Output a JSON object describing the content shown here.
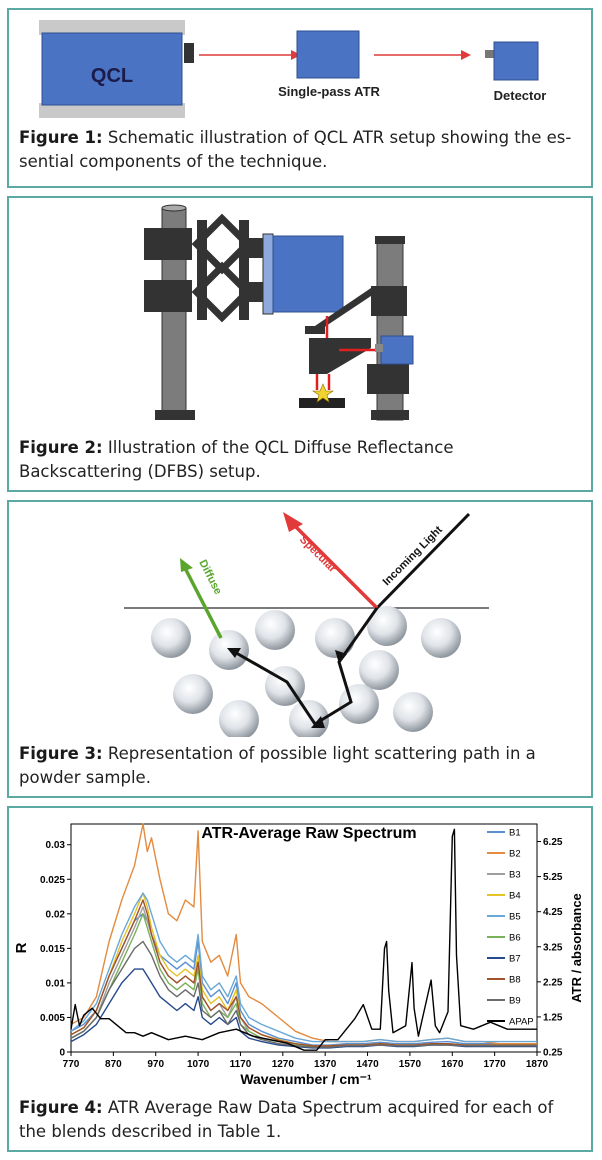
{
  "figure1": {
    "label_qcl": "QCL",
    "label_atr": "Single-pass ATR",
    "label_detector": "Detector",
    "caption_bold": "Figure 1:",
    "caption_text": " Schematic illustration of QCL ATR setup showing the es-sential components of the technique."
  },
  "figure2": {
    "caption_bold": "Figure 2:",
    "caption_text": " Illustration of the QCL Diffuse Reflectance Backscattering (DFBS) setup."
  },
  "figure3": {
    "label_diffuse": "Diffuse",
    "label_specular": "Specular",
    "label_incoming": "Incoming Light",
    "caption_bold": "Figure 3:",
    "caption_text": " Representation of possible light scattering path in a powder sample."
  },
  "figure4": {
    "caption_bold": "Figure 4:",
    "caption_text": " ATR Average Raw Data Spectrum acquired for each of the blends described in Table 1."
  },
  "chart_data": {
    "type": "line",
    "title": "ATR-Average Raw Spectrum",
    "xlabel": "Wavenumber / cm⁻¹",
    "ylabel": "R",
    "ylabel_right": "ATR / absorbance",
    "xlim": [
      770,
      1870
    ],
    "ylim": [
      0,
      0.033
    ],
    "ylim_right": [
      0.25,
      6.75
    ],
    "x_ticks": [
      "770",
      "870",
      "970",
      "1070",
      "1170",
      "1270",
      "1370",
      "1470",
      "1570",
      "1670",
      "1770",
      "1870"
    ],
    "y_ticks": [
      "0",
      "0.005",
      "0.01",
      "0.015",
      "0.02",
      "0.025",
      "0.03"
    ],
    "y_ticks_right": [
      "0.25",
      "1.25",
      "2.25",
      "3.25",
      "4.25",
      "5.25",
      "6.25"
    ],
    "legend_position": "right",
    "x": [
      770,
      800,
      830,
      860,
      890,
      920,
      940,
      950,
      960,
      980,
      1000,
      1020,
      1040,
      1060,
      1070,
      1080,
      1100,
      1120,
      1140,
      1160,
      1170,
      1190,
      1220,
      1260,
      1300,
      1340,
      1380,
      1420,
      1460,
      1500,
      1540,
      1580,
      1620,
      1660,
      1700,
      1740,
      1780,
      1820,
      1870
    ],
    "series": [
      {
        "name": "B1",
        "color": "#5b8fd1",
        "values": [
          0.003,
          0.004,
          0.006,
          0.011,
          0.015,
          0.019,
          0.02,
          0.019,
          0.017,
          0.014,
          0.013,
          0.012,
          0.013,
          0.012,
          0.016,
          0.01,
          0.008,
          0.009,
          0.007,
          0.01,
          0.006,
          0.004,
          0.003,
          0.002,
          0.0015,
          0.001,
          0.001,
          0.0012,
          0.0012,
          0.0014,
          0.0012,
          0.0012,
          0.0014,
          0.0015,
          0.0012,
          0.0012,
          0.0012,
          0.0012,
          0.0012
        ]
      },
      {
        "name": "B2",
        "color": "#e38b3f",
        "values": [
          0.004,
          0.005,
          0.008,
          0.016,
          0.022,
          0.027,
          0.033,
          0.029,
          0.031,
          0.025,
          0.02,
          0.019,
          0.022,
          0.021,
          0.032,
          0.016,
          0.013,
          0.014,
          0.011,
          0.017,
          0.01,
          0.008,
          0.007,
          0.005,
          0.003,
          0.002,
          0.0015,
          0.0015,
          0.0015,
          0.0018,
          0.0015,
          0.0015,
          0.0018,
          0.002,
          0.0015,
          0.0015,
          0.0012,
          0.0012,
          0.0012
        ]
      },
      {
        "name": "B3",
        "color": "#9e9e9e",
        "values": [
          0.002,
          0.003,
          0.005,
          0.01,
          0.014,
          0.018,
          0.021,
          0.019,
          0.017,
          0.013,
          0.011,
          0.01,
          0.011,
          0.01,
          0.013,
          0.008,
          0.006,
          0.007,
          0.005,
          0.008,
          0.005,
          0.003,
          0.002,
          0.0015,
          0.001,
          0.0008,
          0.0008,
          0.001,
          0.001,
          0.0012,
          0.001,
          0.001,
          0.0012,
          0.0012,
          0.001,
          0.001,
          0.001,
          0.001,
          0.001
        ]
      },
      {
        "name": "B4",
        "color": "#e6c229",
        "values": [
          0.0025,
          0.0035,
          0.006,
          0.011,
          0.016,
          0.02,
          0.023,
          0.021,
          0.018,
          0.014,
          0.012,
          0.011,
          0.012,
          0.011,
          0.014,
          0.009,
          0.007,
          0.008,
          0.006,
          0.009,
          0.005,
          0.0035,
          0.0025,
          0.0018,
          0.0012,
          0.0009,
          0.0009,
          0.001,
          0.001,
          0.0012,
          0.001,
          0.001,
          0.0012,
          0.0012,
          0.001,
          0.001,
          0.001,
          0.001,
          0.001
        ]
      },
      {
        "name": "B5",
        "color": "#6aa8d8",
        "values": [
          0.003,
          0.0045,
          0.007,
          0.012,
          0.017,
          0.021,
          0.023,
          0.022,
          0.02,
          0.016,
          0.014,
          0.013,
          0.014,
          0.013,
          0.017,
          0.011,
          0.009,
          0.01,
          0.008,
          0.011,
          0.007,
          0.005,
          0.004,
          0.003,
          0.002,
          0.0015,
          0.0015,
          0.0015,
          0.0015,
          0.0018,
          0.0015,
          0.0015,
          0.0018,
          0.002,
          0.0015,
          0.0015,
          0.0015,
          0.0015,
          0.0015
        ]
      },
      {
        "name": "B6",
        "color": "#7ab15a",
        "values": [
          0.002,
          0.003,
          0.005,
          0.009,
          0.013,
          0.017,
          0.02,
          0.018,
          0.016,
          0.012,
          0.01,
          0.009,
          0.01,
          0.009,
          0.012,
          0.007,
          0.005,
          0.006,
          0.005,
          0.007,
          0.004,
          0.003,
          0.002,
          0.0015,
          0.001,
          0.0008,
          0.0008,
          0.001,
          0.001,
          0.0011,
          0.001,
          0.001,
          0.0011,
          0.0012,
          0.001,
          0.001,
          0.001,
          0.001,
          0.001
        ]
      },
      {
        "name": "B7",
        "color": "#264a8c",
        "values": [
          0.0015,
          0.0025,
          0.004,
          0.007,
          0.01,
          0.012,
          0.012,
          0.011,
          0.01,
          0.008,
          0.007,
          0.006,
          0.007,
          0.006,
          0.008,
          0.005,
          0.004,
          0.005,
          0.004,
          0.005,
          0.003,
          0.002,
          0.0015,
          0.001,
          0.0008,
          0.0006,
          0.0006,
          0.0008,
          0.0008,
          0.001,
          0.0008,
          0.0008,
          0.001,
          0.001,
          0.0008,
          0.0008,
          0.0008,
          0.0008,
          0.0008
        ]
      },
      {
        "name": "B8",
        "color": "#a0522d",
        "values": [
          0.0025,
          0.0035,
          0.006,
          0.011,
          0.015,
          0.019,
          0.022,
          0.02,
          0.017,
          0.013,
          0.011,
          0.01,
          0.011,
          0.01,
          0.013,
          0.008,
          0.006,
          0.007,
          0.006,
          0.008,
          0.005,
          0.0035,
          0.0025,
          0.0017,
          0.0012,
          0.0009,
          0.0009,
          0.001,
          0.001,
          0.0012,
          0.001,
          0.001,
          0.0012,
          0.0012,
          0.001,
          0.001,
          0.001,
          0.001,
          0.001
        ]
      },
      {
        "name": "B9",
        "color": "#6b6b6b",
        "values": [
          0.002,
          0.003,
          0.005,
          0.009,
          0.012,
          0.015,
          0.016,
          0.015,
          0.014,
          0.011,
          0.009,
          0.008,
          0.009,
          0.008,
          0.01,
          0.006,
          0.005,
          0.006,
          0.004,
          0.006,
          0.004,
          0.0025,
          0.0018,
          0.0012,
          0.0009,
          0.0007,
          0.0007,
          0.0009,
          0.0009,
          0.001,
          0.0009,
          0.0009,
          0.001,
          0.001,
          0.0009,
          0.0009,
          0.0009,
          0.0009,
          0.0009
        ]
      },
      {
        "name": "APAP",
        "color": "#000000",
        "axis": "right",
        "x": [
          770,
          780,
          790,
          800,
          820,
          840,
          860,
          880,
          900,
          920,
          940,
          960,
          980,
          1000,
          1040,
          1080,
          1120,
          1160,
          1200,
          1240,
          1280,
          1320,
          1350,
          1370,
          1400,
          1440,
          1460,
          1480,
          1500,
          1510,
          1515,
          1520,
          1530,
          1560,
          1575,
          1580,
          1590,
          1620,
          1630,
          1640,
          1660,
          1670,
          1675,
          1680,
          1690,
          1720,
          1760,
          1800,
          1870
        ],
        "values": [
          0.9,
          1.6,
          1.0,
          1.3,
          1.5,
          1.2,
          1.2,
          1.0,
          0.8,
          0.8,
          0.7,
          0.8,
          0.7,
          0.6,
          0.7,
          0.6,
          0.8,
          0.9,
          0.7,
          0.6,
          0.5,
          0.3,
          0.3,
          0.6,
          0.6,
          1.2,
          1.6,
          0.9,
          0.9,
          3.2,
          3.4,
          2.0,
          0.8,
          1.0,
          2.8,
          1.5,
          0.7,
          2.3,
          1.0,
          0.8,
          1.4,
          6.4,
          6.6,
          3.0,
          1.0,
          0.9,
          1.1,
          0.9,
          0.9
        ]
      }
    ]
  }
}
